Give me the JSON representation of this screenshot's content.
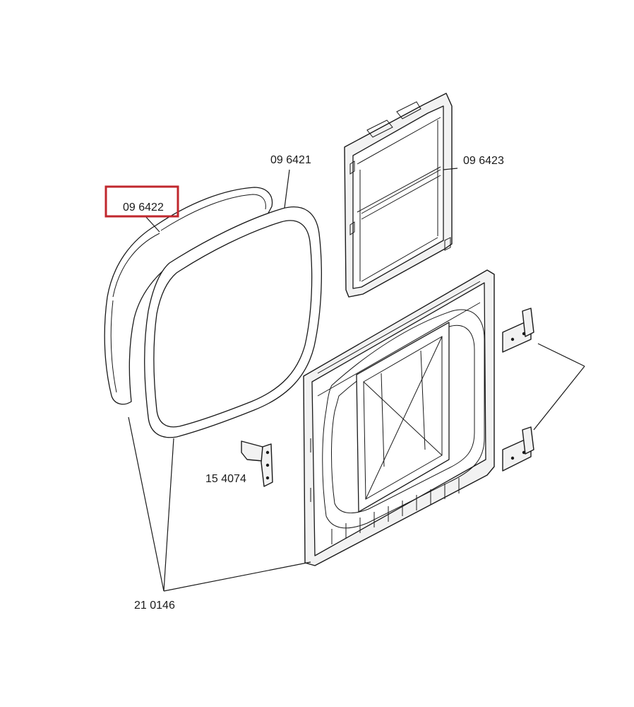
{
  "labels": {
    "seal_outer": "09 6422",
    "seal_inner": "09 6421",
    "filter": "09 6423",
    "handle": "15 4074",
    "hinge_screws": "21 0146"
  },
  "highlight": {
    "target": "seal_outer",
    "color": "#c0272d"
  }
}
